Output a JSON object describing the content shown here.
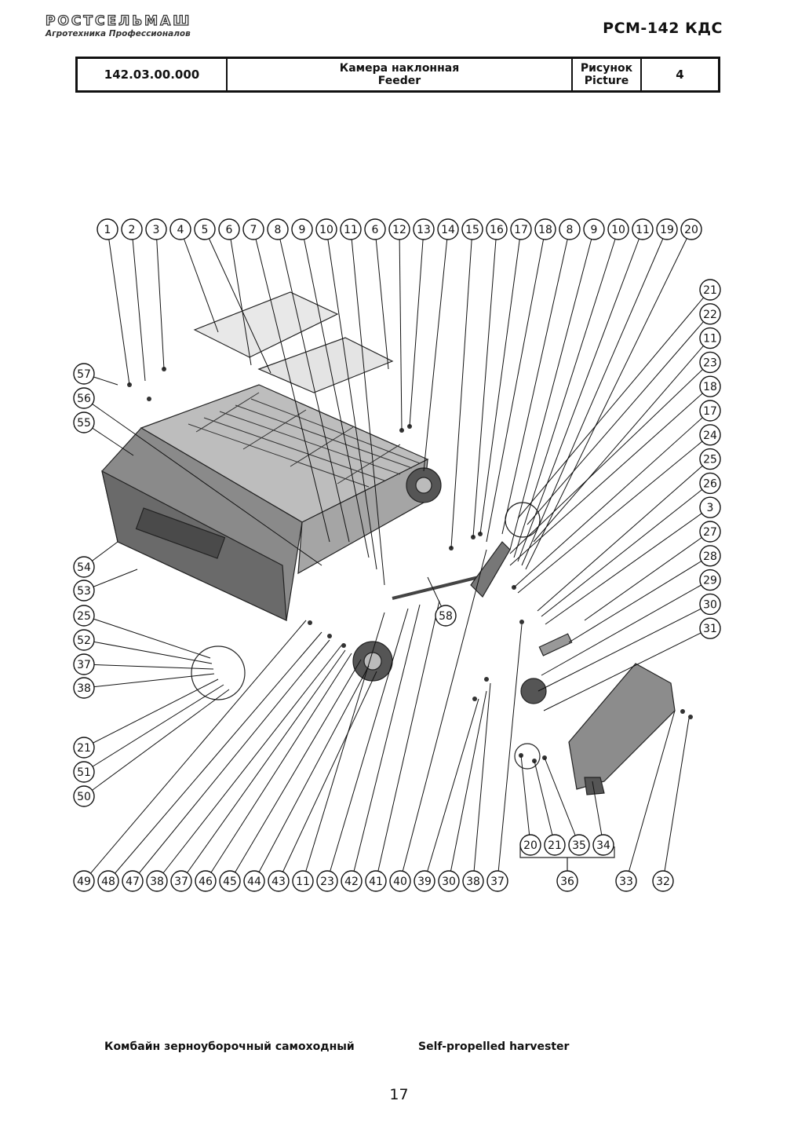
{
  "header": {
    "brand_name": "РОСТСЕЛЬМАШ",
    "brand_tagline": "Агротехника Профессионалов",
    "model": "РСМ-142 КДС"
  },
  "title_block": {
    "part_number": "142.03.00.000",
    "name_ru": "Камера наклонная",
    "name_en": "Feeder",
    "picture_label_ru": "Рисунок",
    "picture_label_en": "Picture",
    "picture_number": "4"
  },
  "callouts": {
    "top_row": [
      "1",
      "2",
      "3",
      "4",
      "5",
      "6",
      "7",
      "8",
      "9",
      "10",
      "11",
      "6",
      "12",
      "13",
      "14",
      "15",
      "16",
      "17",
      "18",
      "8",
      "9",
      "10",
      "11",
      "19",
      "20"
    ],
    "right_column": [
      "21",
      "22",
      "11",
      "23",
      "18",
      "17",
      "24",
      "25",
      "26",
      "3",
      "27",
      "28",
      "29",
      "30",
      "31"
    ],
    "left_column": [
      "57",
      "56",
      "55",
      "54",
      "53",
      "25",
      "52",
      "37",
      "38",
      "21",
      "51",
      "50"
    ],
    "bottom_row": [
      "49",
      "48",
      "47",
      "38",
      "37",
      "46",
      "45",
      "44",
      "43",
      "11",
      "23",
      "42",
      "41",
      "40",
      "39",
      "30",
      "38",
      "37"
    ],
    "group_36_members": [
      "20",
      "21",
      "35",
      "34"
    ],
    "group_36_label": "36",
    "bottom_right": [
      "33",
      "32"
    ],
    "inline": [
      "58"
    ]
  },
  "footer": {
    "title_ru": "Комбайн зерноуборочный самоходный",
    "title_en": "Self-propelled harvester",
    "page_number": "17"
  }
}
